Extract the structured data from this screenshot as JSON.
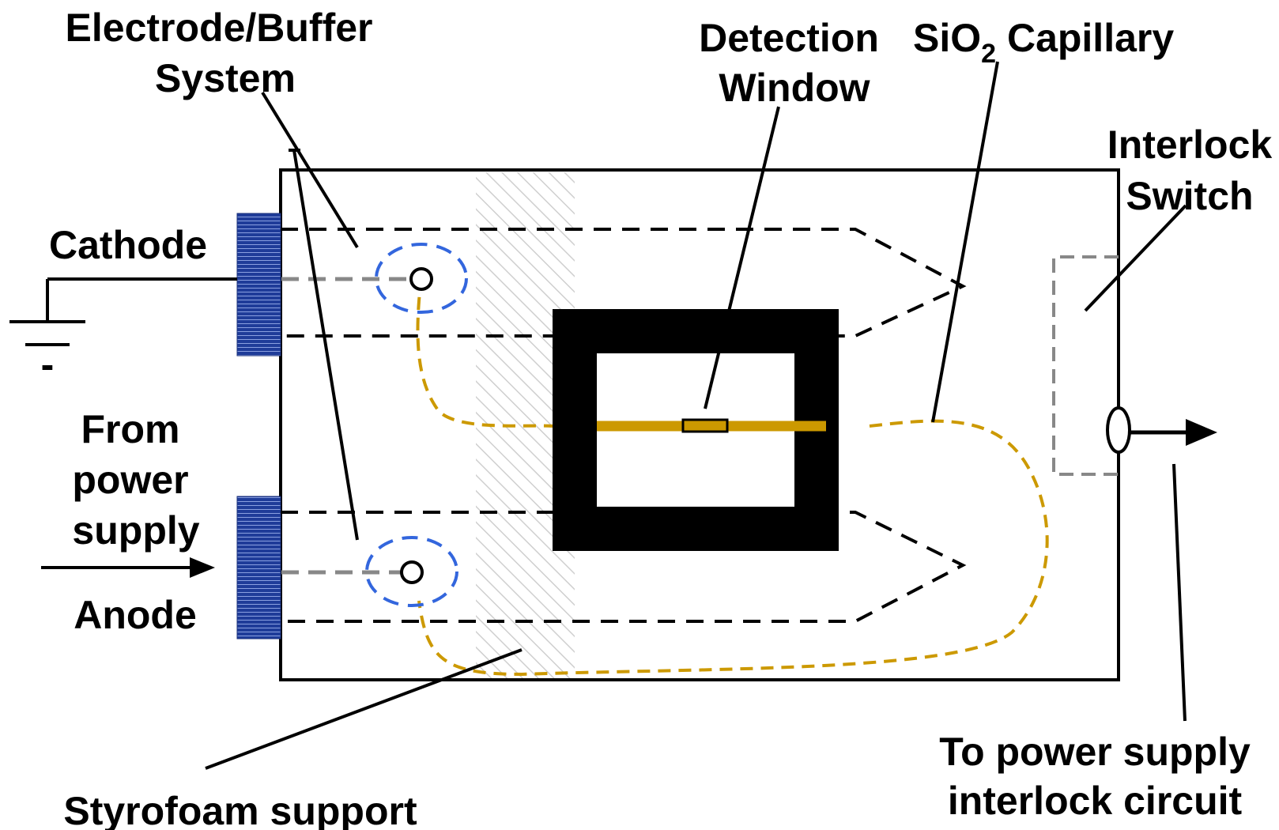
{
  "labels": {
    "electrode_line1": "Electrode/Buffer",
    "electrode_line2": "System",
    "detection_line1": "Detection",
    "detection_line2": "Window",
    "capillary_prefix": "SiO",
    "capillary_subscript": "2",
    "capillary_suffix": " Capillary",
    "interlock_line1": "Interlock",
    "interlock_line2": "Switch",
    "cathode": "Cathode",
    "ground_sign": "-",
    "from_line1": "From",
    "from_line2": "power",
    "from_line3": "supply",
    "anode": "Anode",
    "styrofoam": "Styrofoam support",
    "to_line1": "To power supply",
    "to_line2": "interlock circuit"
  },
  "colors": {
    "outline": "#000000",
    "electrode_block": "#1f3c99",
    "capillary": "#cc9900",
    "reservoir": "#3366dd",
    "wire": "#888888",
    "hatch": "#cfcfcf"
  }
}
